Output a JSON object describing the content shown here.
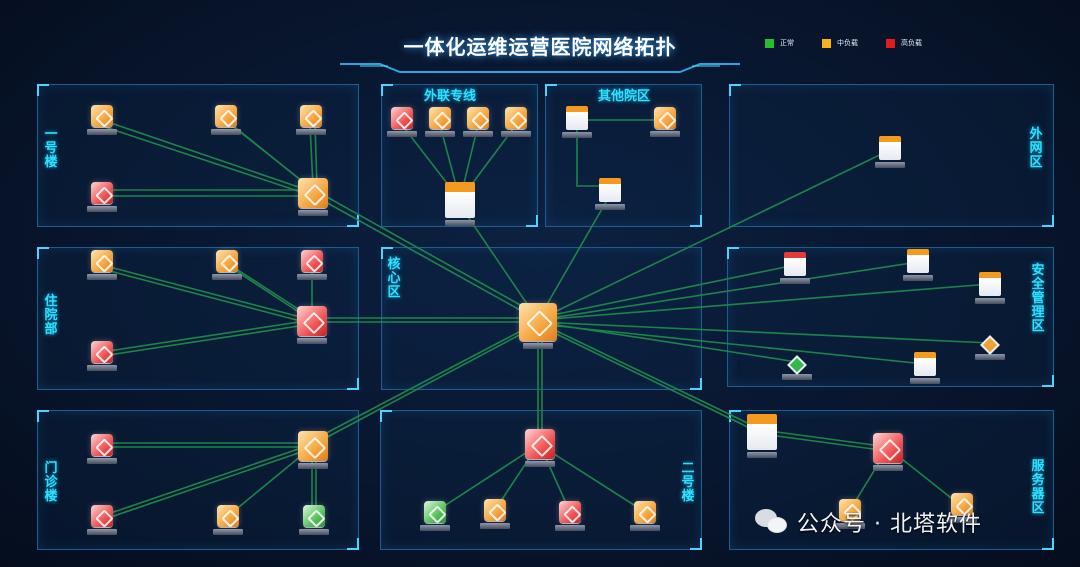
{
  "title": "一体化运维运营医院网络拓扑",
  "legend": [
    {
      "label": "正常",
      "color": "#23c12f"
    },
    {
      "label": "中负载",
      "color": "#f6b01c"
    },
    {
      "label": "高负载",
      "color": "#e21c1c"
    }
  ],
  "zones": [
    {
      "id": "z-b1",
      "label": "一号楼"
    },
    {
      "id": "z-wl",
      "label": "外联专线"
    },
    {
      "id": "z-qt",
      "label": "其他院区"
    },
    {
      "id": "z-ww",
      "label": "外网区"
    },
    {
      "id": "z-zy",
      "label": "住院部"
    },
    {
      "id": "z-hx",
      "label": "核心区"
    },
    {
      "id": "z-aq",
      "label": "安全管理区"
    },
    {
      "id": "z-mz",
      "label": "门诊楼"
    },
    {
      "id": "z-b2",
      "label": "二号楼"
    },
    {
      "id": "z-fw",
      "label": "服务器区"
    }
  ],
  "colors": {
    "link": "#1f8a4a",
    "zone_border": "#1c5e8f",
    "zone_label": "#2fe0ff"
  },
  "watermark": {
    "icon": "wechat-icon",
    "text": "公众号 · 北塔软件"
  }
}
